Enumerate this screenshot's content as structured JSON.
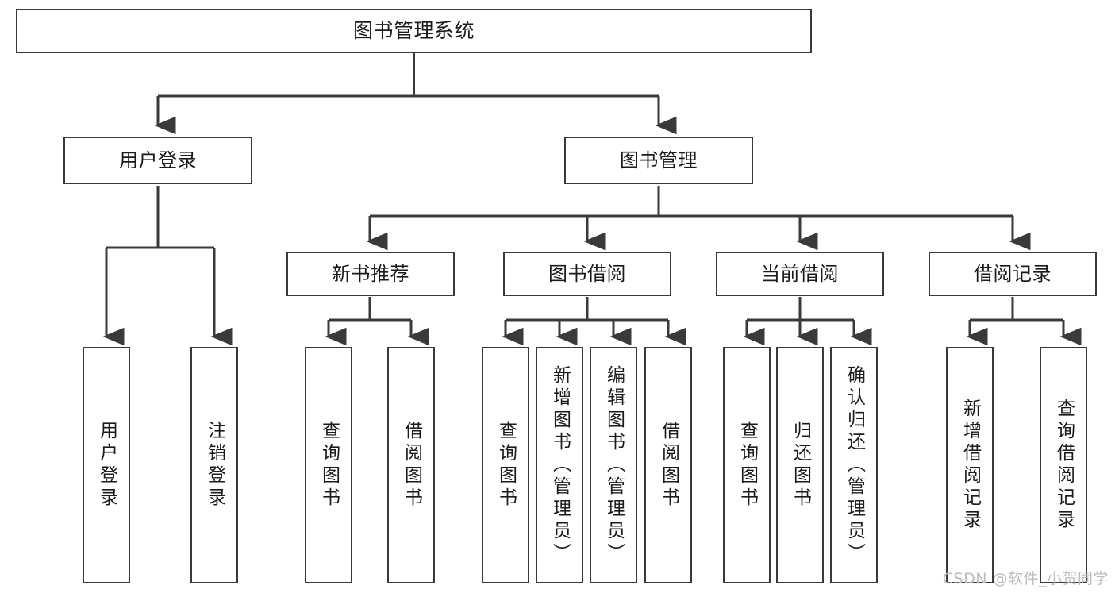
{
  "diagram": {
    "type": "tree-hierarchy",
    "title": "图书管理系统",
    "root": {
      "id": "root",
      "label": "图书管理系统",
      "level": 1,
      "orientation": "horizontal"
    },
    "level2": [
      {
        "id": "user-login",
        "label": "用户登录",
        "orientation": "horizontal"
      },
      {
        "id": "book-management",
        "label": "图书管理",
        "orientation": "horizontal"
      }
    ],
    "level3": [
      {
        "id": "new-book-recommend",
        "label": "新书推荐",
        "parent": "book-management",
        "orientation": "horizontal"
      },
      {
        "id": "book-borrow",
        "label": "图书借阅",
        "parent": "book-management",
        "orientation": "horizontal"
      },
      {
        "id": "current-borrow",
        "label": "当前借阅",
        "parent": "book-management",
        "orientation": "horizontal"
      },
      {
        "id": "borrow-record",
        "label": "借阅记录",
        "parent": "book-management",
        "orientation": "horizontal"
      }
    ],
    "leaves": [
      {
        "id": "leaf-user-login",
        "label": "用户登录",
        "parent": "user-login",
        "orientation": "vertical"
      },
      {
        "id": "leaf-logout",
        "label": "注销登录",
        "parent": "user-login",
        "orientation": "vertical"
      },
      {
        "id": "leaf-query-book-1",
        "label": "查询图书",
        "parent": "new-book-recommend",
        "orientation": "vertical"
      },
      {
        "id": "leaf-borrow-book-1",
        "label": "借阅图书",
        "parent": "new-book-recommend",
        "orientation": "vertical"
      },
      {
        "id": "leaf-query-book-2",
        "label": "查询图书",
        "parent": "book-borrow",
        "orientation": "vertical"
      },
      {
        "id": "leaf-add-book",
        "label": "新增图书（管理员）",
        "parent": "book-borrow",
        "orientation": "vertical"
      },
      {
        "id": "leaf-edit-book",
        "label": "编辑图书（管理员）",
        "parent": "book-borrow",
        "orientation": "vertical"
      },
      {
        "id": "leaf-borrow-book-2",
        "label": "借阅图书",
        "parent": "book-borrow",
        "orientation": "vertical"
      },
      {
        "id": "leaf-query-book-3",
        "label": "查询图书",
        "parent": "current-borrow",
        "orientation": "vertical"
      },
      {
        "id": "leaf-return-book",
        "label": "归还图书",
        "parent": "current-borrow",
        "orientation": "vertical"
      },
      {
        "id": "leaf-confirm-return",
        "label": "确认归还（管理员）",
        "parent": "current-borrow",
        "orientation": "vertical"
      },
      {
        "id": "leaf-add-record",
        "label": "新增借阅记录",
        "parent": "borrow-record",
        "orientation": "vertical"
      },
      {
        "id": "leaf-query-record",
        "label": "查询借阅记录",
        "parent": "borrow-record",
        "orientation": "vertical"
      }
    ],
    "colors": {
      "background": "#ffffff",
      "box_fill": "#ffffff",
      "box_stroke": "#3a3a3a",
      "text": "#1b1b1b",
      "connector": "#3a3a3a",
      "watermark": "#bdbdbd"
    }
  },
  "watermark": {
    "text": "CSDN @软件_小贺同学"
  }
}
